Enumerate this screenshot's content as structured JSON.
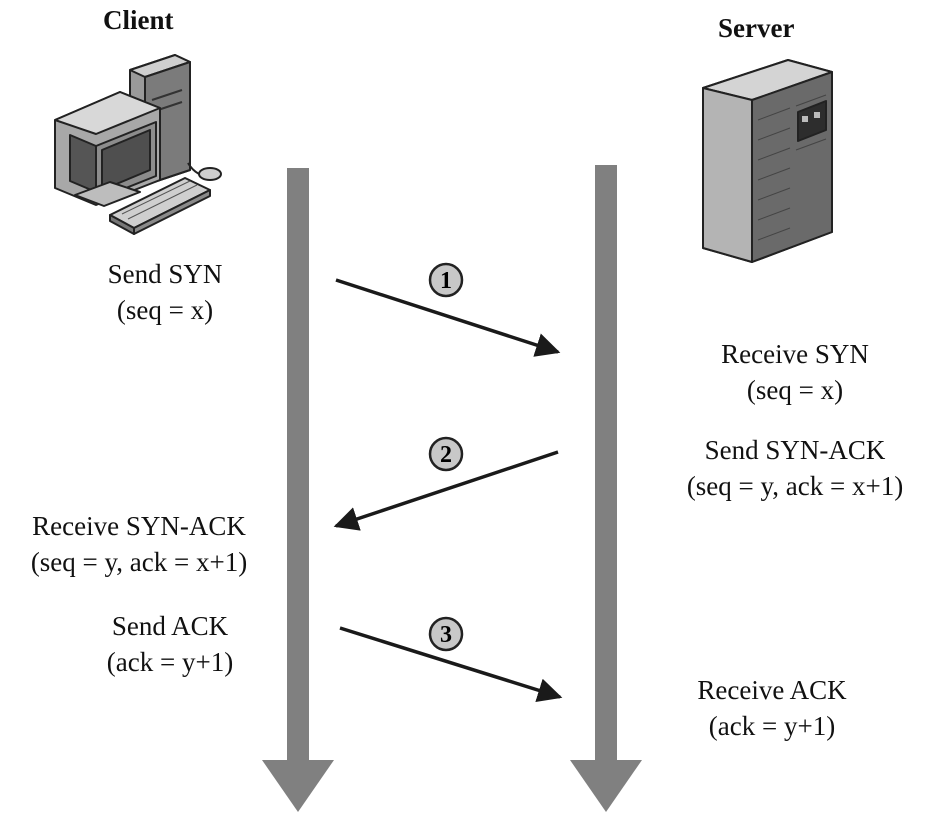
{
  "client": {
    "title": "Client"
  },
  "server": {
    "title": "Server"
  },
  "steps": [
    {
      "number": "1",
      "client_lines": [
        "Send SYN",
        "(seq = x)"
      ],
      "server_lines": [
        "Receive SYN",
        "(seq = x)"
      ]
    },
    {
      "number": "2",
      "server_lines": [
        "Send SYN-ACK",
        "(seq = y, ack = x+1)"
      ],
      "client_lines": [
        "Receive SYN-ACK",
        "(seq = y, ack = x+1)"
      ]
    },
    {
      "number": "3",
      "client_lines": [
        "Send ACK",
        "(ack = y+1)"
      ],
      "server_lines": [
        "Receive ACK",
        "(ack = y+1)"
      ]
    }
  ],
  "colors": {
    "timeline": "#808080",
    "arrow": "#1a1a1a",
    "badge_fill": "#c8c8c8"
  },
  "icons": {
    "client": "desktop-computer-icon",
    "server": "server-tower-icon"
  }
}
